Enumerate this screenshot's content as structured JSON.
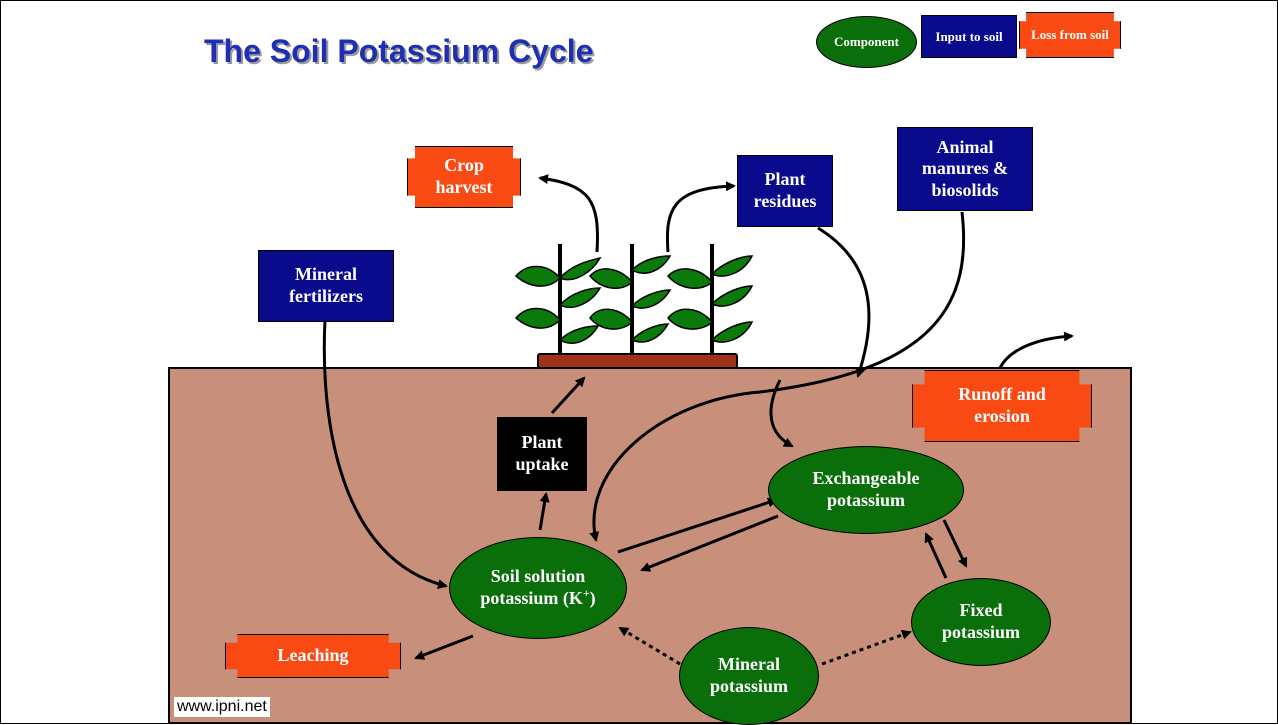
{
  "title": "The Soil Potassium Cycle",
  "legend": {
    "component": "Component",
    "input": "Input to soil",
    "loss": "Loss from soil"
  },
  "nodes": {
    "crop_harvest": [
      "Crop",
      "harvest"
    ],
    "plant_residues": [
      "Plant",
      "residues"
    ],
    "animal_manures": [
      "Animal",
      "manures &",
      "biosolids"
    ],
    "mineral_fertilizers": [
      "Mineral",
      "fertilizers"
    ],
    "runoff_erosion": [
      "Runoff and",
      "erosion"
    ],
    "plant_uptake": [
      "Plant",
      "uptake"
    ],
    "exchangeable_k": [
      "Exchangeable",
      "potassium"
    ],
    "soil_solution_k": [
      "Soil solution",
      "potassium (K",
      "+",
      ")"
    ],
    "fixed_k": [
      "Fixed",
      "potassium"
    ],
    "mineral_k": [
      "Mineral",
      "potassium"
    ],
    "leaching": "Leaching"
  },
  "footer_url": "www.ipni.net",
  "colors": {
    "title": "#1f2fb4",
    "input_box": "#0a0a8c",
    "component": "#0a6e0a",
    "loss": "#fa4a14",
    "soil": "#c8907a",
    "tray": "#a0321a"
  }
}
